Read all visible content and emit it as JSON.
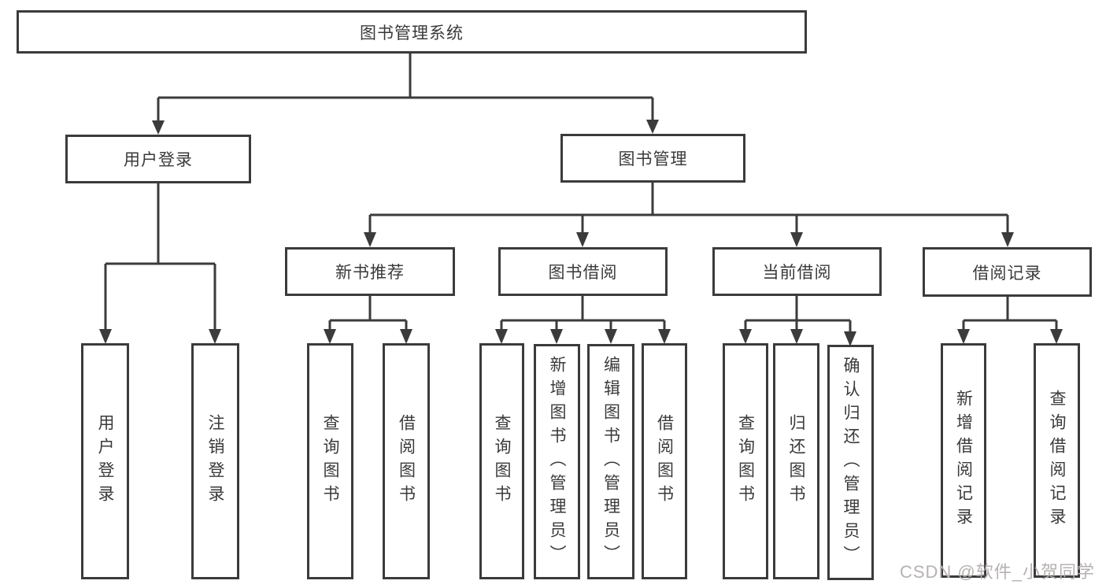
{
  "diagram": {
    "root": {
      "label": "图书管理系统"
    },
    "level2": [
      {
        "id": "user-login",
        "label": "用户登录"
      },
      {
        "id": "book-management",
        "label": "图书管理"
      }
    ],
    "level3": [
      {
        "id": "new-book-recommend",
        "label": "新书推荐"
      },
      {
        "id": "book-borrowing",
        "label": "图书借阅"
      },
      {
        "id": "current-borrowing",
        "label": "当前借阅"
      },
      {
        "id": "borrowing-records",
        "label": "借阅记录"
      }
    ],
    "level4": {
      "user_login": [
        "用户登录",
        "注销登录"
      ],
      "new_book_recommend": [
        "查询图书",
        "借阅图书"
      ],
      "book_borrowing": [
        "查询图书",
        "新增图书（管理员）",
        "编辑图书（管理员）",
        "借阅图书"
      ],
      "current_borrowing": [
        "查询图书",
        "归还图书",
        "确认归还（管理员）"
      ],
      "borrowing_records": [
        "新增借阅记录",
        "查询借阅记录"
      ]
    },
    "watermark": "CSDN @软件_小贺同学",
    "colors": {
      "line": "#3b3b3b",
      "text": "#3a3a3a",
      "watermark": "#b7b1b1",
      "background": "#ffffff"
    }
  }
}
